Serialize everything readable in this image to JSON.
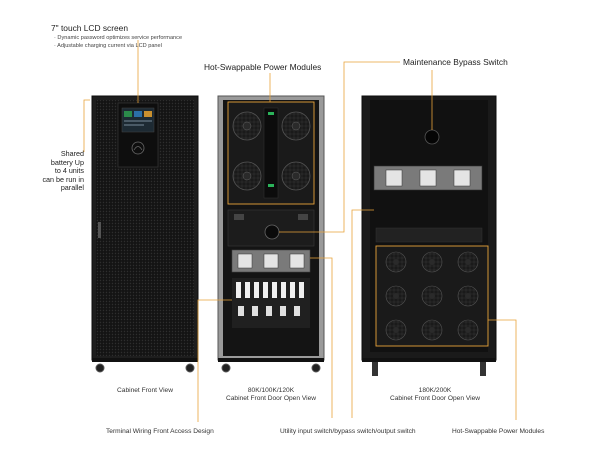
{
  "lcd": {
    "title": "7\" touch LCD screen",
    "bullets": [
      "· Dynamic password optimizes service performance",
      "· Adjustable charging current via LCD panel"
    ]
  },
  "callouts": {
    "hot_swap_top": "Hot-Swappable Power Modules",
    "bypass": "Maintenance Bypass Switch",
    "terminal": "Terminal Wiring Front Access Design",
    "utility": "Utility input switch/bypass switch/output switch",
    "hot_swap_bottom": "Hot-Swappable Power Modules"
  },
  "battery_note": {
    "lines": [
      "Shared",
      "battery Up",
      "to 4 units",
      "can be run in",
      "parallel"
    ]
  },
  "captions": {
    "front_view": "Cabinet  Front View",
    "mid_model": "80K/100K/120K",
    "mid_view": "Cabinet Front Door Open View",
    "right_model": "180K/200K",
    "right_view": "Cabinet Front Door Open View"
  },
  "colors": {
    "callout_line": "#e8a33a",
    "cabinet": "#1c1c1c"
  }
}
